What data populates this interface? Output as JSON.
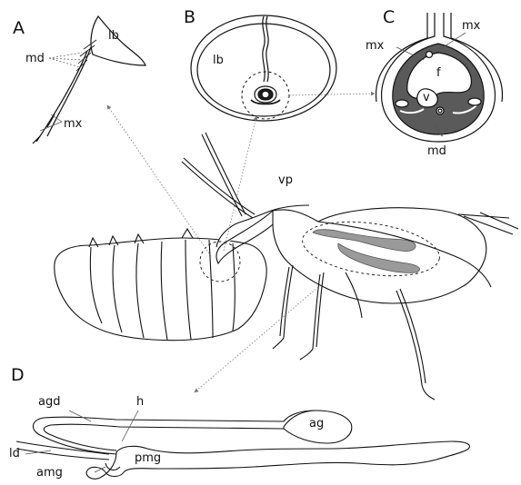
{
  "panels": {
    "a": {
      "letter": "A",
      "labels": {
        "lb": "lb",
        "md": "md",
        "mx": "mx"
      }
    },
    "b": {
      "letter": "B",
      "labels": {
        "lb": "lb"
      }
    },
    "c": {
      "letter": "C",
      "labels": {
        "mx_right": "mx",
        "mx_left": "mx",
        "f": "f",
        "v": "v",
        "md": "md"
      }
    },
    "main": {
      "labels": {
        "vp": "vp"
      }
    },
    "d": {
      "letter": "D",
      "labels": {
        "agd": "agd",
        "h": "h",
        "ag": "ag",
        "ld": "ld",
        "pmg": "pmg",
        "amg": "amg"
      }
    }
  },
  "colors": {
    "line": "#111111",
    "gland_fill": "#9a9a9a",
    "tissue_fill": "#5a5a5a",
    "leader": "#777777"
  }
}
